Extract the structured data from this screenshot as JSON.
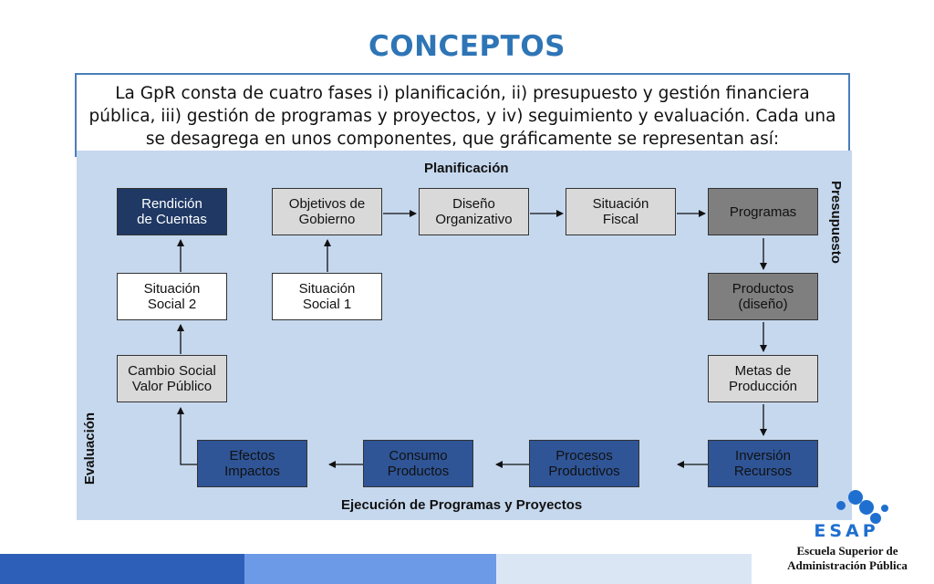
{
  "title": "CONCEPTOS",
  "intro": "La GpR consta de cuatro fases i) planificación, ii) presupuesto y gestión financiera pública, iii) gestión de programas y proyectos, y iv) seguimiento y evaluación. Cada una se desagrega en unos componentes, que gráficamente se representan así:",
  "diagram": {
    "labels": {
      "top": "Planificación",
      "bottom": "Ejecución de Programas y Proyectos",
      "left": "Evaluación",
      "right": "Presupuesto"
    },
    "boxes": {
      "rendicion": "Rendición\nde Cuentas",
      "objetivos": "Objetivos de\nGobierno",
      "diseno": "Diseño\nOrganizativo",
      "fiscal": "Situación\nFiscal",
      "programas": "Programas",
      "social2": "Situación\nSocial 2",
      "social1": "Situación\nSocial 1",
      "productos": "Productos\n(diseño)",
      "cambio": "Cambio Social\nValor Público",
      "metas": "Metas de\nProducción",
      "efectos": "Efectos\nImpactos",
      "consumo": "Consumo\nProductos",
      "procesos": "Procesos\nProductivos",
      "inversion": "Inversión\nRecursos"
    },
    "colors": {
      "background": "#c6d8ee",
      "navy": "#1f3864",
      "light": "#d9d9d9",
      "gray": "#7f7f7f",
      "blue": "#2f5597"
    }
  },
  "logo": {
    "wordmark": "ESAP",
    "line1": "Escuela Superior de",
    "line2": "Administración Pública"
  },
  "footer_colors": [
    "#2e5fb8",
    "#6d9ae6",
    "#dbe6f5"
  ]
}
